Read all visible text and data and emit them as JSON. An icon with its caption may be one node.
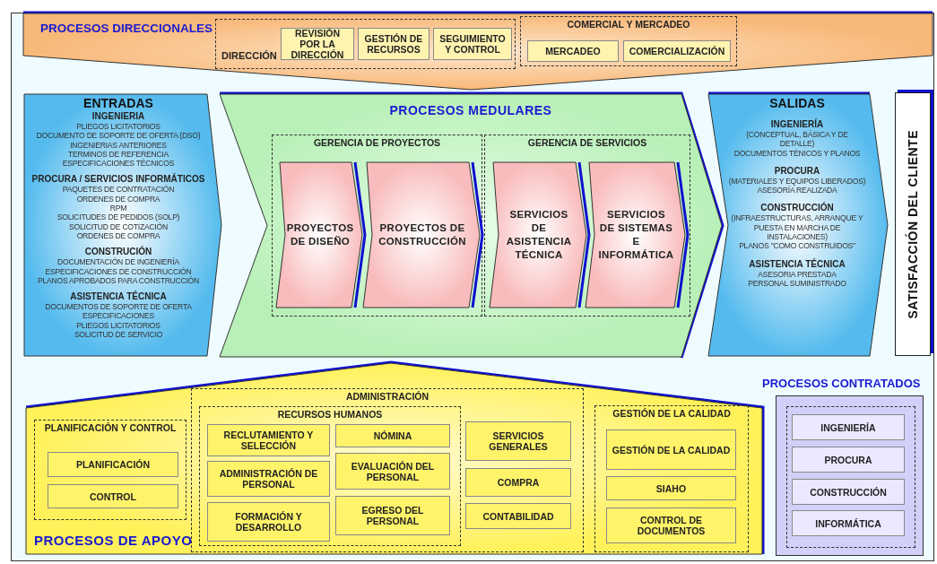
{
  "diagram": {
    "nodes": [
      {
        "text": [
          "PROCESOS DIRECCIONALES"
        ]
      },
      {
        "text": [
          "DIRECCIÓN"
        ],
        "in": 0
      },
      {
        "text": [
          "REVISIÓN POR LA DIRECCIÓN"
        ],
        "in": 1
      },
      {
        "text": [
          "GESTIÓN DE RECURSOS"
        ],
        "in": 1
      },
      {
        "text": [
          "SEGUIMIENTO Y CONTROL"
        ],
        "in": 1
      },
      {
        "text": [
          "COMERCIAL Y MERCADEO"
        ],
        "in": 0
      },
      {
        "text": [
          "MERCADEO"
        ],
        "in": 5
      },
      {
        "text": [
          "COMERCIALIZACIÓN"
        ],
        "in": 5
      },
      {
        "text": [
          "ENTRADAS",
          "INGENIERIA",
          "PLIEGOS LICITATORIOS",
          "DOCUMENTO DE SOPORTE DE OFERTA (DSO)",
          "INGENIERIAS ANTERIORES",
          "TERMINOS DE REFERENCIA",
          "ESPECIFICACIONES TÉCNICOS",
          "PROCURA / SERVICIOS INFORMÁTICOS",
          "PAQUETES DE CONTRATACIÓN",
          "ORDENES DE COMPRA",
          "RPM",
          "SOLICITUDES DE PEDIDOS (SOLP)",
          "SOLICITUD DE COTIZACIÓN",
          "ORDENES DE COMPRA",
          "CONSTRUCIÓN",
          "DOCUMENTACIÓN DE INGENIERÍA",
          "ESPECIFICACIONES DE CONSTRUCCIÓN",
          "PLANOS APROBADOS PARA CONSTRUCCIÓN",
          "ASISTENCIA TÉCNICA",
          "DOCUMENTOS DE SOPORTE DE OFERTA",
          "ESPECIFICACIONES",
          "PLIEGOS LICITATORIOS",
          "SOLICITUD DE SERVICIO"
        ]
      },
      {
        "text": [
          "PROCESOS MEDULARES"
        ]
      },
      {
        "text": [
          "GERENCIA DE PROYECTOS"
        ],
        "in": 9
      },
      {
        "text": [
          "PROYECTOS DE DISEÑO"
        ],
        "in": 10
      },
      {
        "text": [
          "PROYECTOS DE CONSTRUCCIÓN"
        ],
        "in": 10
      },
      {
        "text": [
          "GERENCIA DE SERVICIOS"
        ],
        "in": 9
      },
      {
        "text": [
          "SERVICIOS DE ASISTENCIA TÉCNICA"
        ],
        "in": 13
      },
      {
        "text": [
          "SERVICIOS DE SISTEMAS E INFORMÁTICA"
        ],
        "in": 13
      },
      {
        "text": [
          "SALIDAS",
          "INGENIERÍA",
          "(CONCEPTUAL, BÁSICA Y DE DETALLE)",
          "DOCUMENTOS TÉNICOS Y PLANOS",
          "PROCURA",
          "(MATERIALES Y EQUIPOS LIBERADOS)",
          "ASESORÍA REALIZADA",
          "CONSTRUCCIÓN",
          "(INFRAESTRUCTURAS, ARRANQUE Y PUESTA EN MARCHA DE INSTALACIONES)",
          "PLANOS \"COMO CONSTRUIDOS\"",
          "ASISTENCIA TÉCNICA",
          "ASESORIA PRESTADA",
          "PERSONAL SUMINISTRADO"
        ]
      },
      {
        "text": [
          "SATISFACCIÓN DEL CLIENTE"
        ]
      },
      {
        "text": [
          "PROCESOS DE APOYO"
        ]
      },
      {
        "text": [
          "PLANIFICACIÓN Y CONTROL"
        ],
        "in": 18
      },
      {
        "text": [
          "PLANIFICACIÓN"
        ],
        "in": 19
      },
      {
        "text": [
          "CONTROL"
        ],
        "in": 19
      },
      {
        "text": [
          "ADMINISTRACIÓN"
        ],
        "in": 18
      },
      {
        "text": [
          "RECURSOS HUMANOS"
        ],
        "in": 22
      },
      {
        "text": [
          "RECLUTAMIENTO Y SELECCIÓN"
        ],
        "in": 23
      },
      {
        "text": [
          "NÓMINA"
        ],
        "in": 23
      },
      {
        "text": [
          "ADMINISTRACIÓN DE PERSONAL"
        ],
        "in": 23
      },
      {
        "text": [
          "EVALUACIÓN DEL PERSONAL"
        ],
        "in": 23
      },
      {
        "text": [
          "FORMACIÓN Y DESARROLLO"
        ],
        "in": 23
      },
      {
        "text": [
          "EGRESO DEL PERSONAL"
        ],
        "in": 23
      },
      {
        "text": [
          "SERVICIOS GENERALES"
        ],
        "in": 22
      },
      {
        "text": [
          "COMPRA"
        ],
        "in": 22
      },
      {
        "text": [
          "CONTABILIDAD"
        ],
        "in": 22
      },
      {
        "text": [
          "GESTIÓN DE LA CALIDAD"
        ],
        "in": 18
      },
      {
        "text": [
          "GESTIÓN DE LA CALIDAD"
        ],
        "in": 33
      },
      {
        "text": [
          "SIAHO"
        ],
        "in": 33
      },
      {
        "text": [
          "CONTROL DE DOCUMENTOS"
        ],
        "in": 33
      },
      {
        "text": [
          "PROCESOS CONTRATADOS"
        ]
      },
      {
        "text": [],
        "shape": "box",
        "in": 37
      },
      {
        "text": [
          "INGENIERÍA"
        ],
        "in": 38
      },
      {
        "text": [
          "PROCURA"
        ],
        "in": 38
      },
      {
        "text": [
          "CONSTRUCCIÓN"
        ],
        "in": 38
      },
      {
        "text": [
          "INFORMÁTICA"
        ],
        "in": 38
      }
    ]
  }
}
